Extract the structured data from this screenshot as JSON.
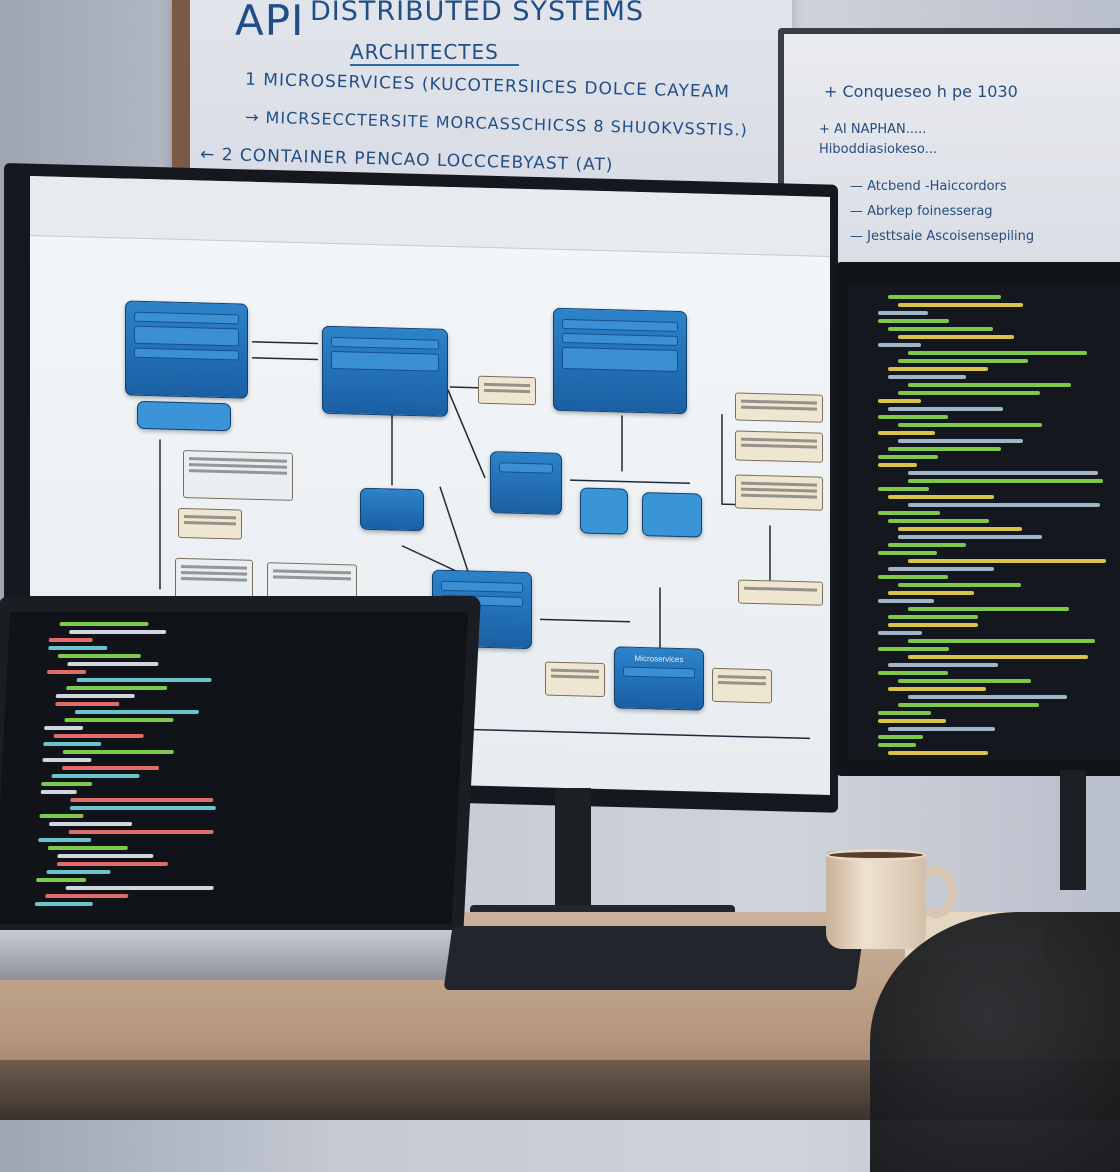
{
  "whiteboard": {
    "title_a": "API",
    "title_b": "DISTRIBUTED SYSTEMS",
    "subtitle": "ARCHITECTES",
    "lines": [
      "1 MICROSERVICES (KUCOTERSIICES DOLCE CAYEAM",
      "→ MICRSECCTERSITE MORCASSCHICSS 8 SHUOKVSSTIS.)",
      "← 2 CONTAINER PENCAO LOCCCEBYAST (AT)"
    ]
  },
  "side_whiteboard": {
    "lines": [
      "+ Conqueseo h pe 1030",
      "+ AI NAPHAN.....",
      "Hiboddiasiokeso...",
      "— Atcbend -Haiccordors",
      "— Abrkep foinesserag",
      "— Jesttsaie Ascoisensepiling"
    ]
  },
  "diagram": {
    "box_label": "Microservices"
  },
  "colors": {
    "box": "#1f6fb5",
    "code_green": "#7ec84a",
    "code_yellow": "#d9c34a",
    "desk": "#b89a7e"
  }
}
